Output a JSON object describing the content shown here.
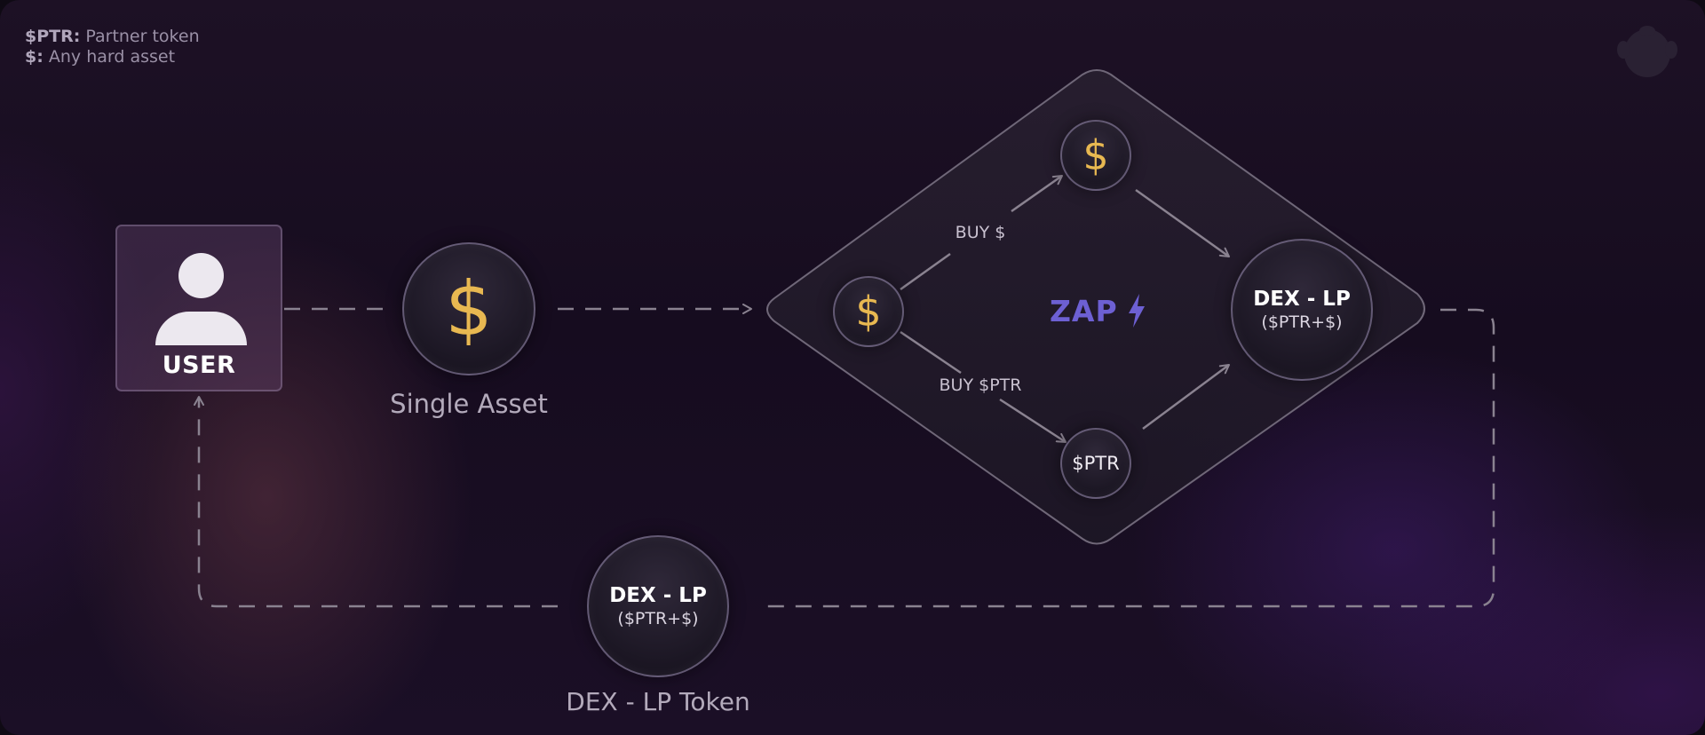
{
  "legend": [
    {
      "key": "$PTR:",
      "text": " Partner token"
    },
    {
      "key": "$:",
      "text": " Any hard asset"
    }
  ],
  "colors": {
    "accent_gold": "#e8b851",
    "zap_purple": "#6d60d3",
    "line_gray": "#8a8290"
  },
  "icons": {
    "corner": "monkey-head-icon",
    "user": "user-icon",
    "zap": "lightning-bolt-icon"
  },
  "user": {
    "label": "USER"
  },
  "single_asset": {
    "symbol": "$",
    "caption": "Single Asset"
  },
  "zap_box": {
    "title": "ZAP",
    "input_symbol": "$",
    "top_symbol": "$",
    "bottom_token": "$PTR",
    "buy_top_label": "BUY $",
    "buy_bottom_label": "BUY $PTR",
    "output": {
      "title": "DEX - LP",
      "subtitle": "($PTR+$)"
    }
  },
  "return_token": {
    "title": "DEX - LP",
    "subtitle": "($PTR+$)",
    "caption": "DEX - LP Token"
  }
}
